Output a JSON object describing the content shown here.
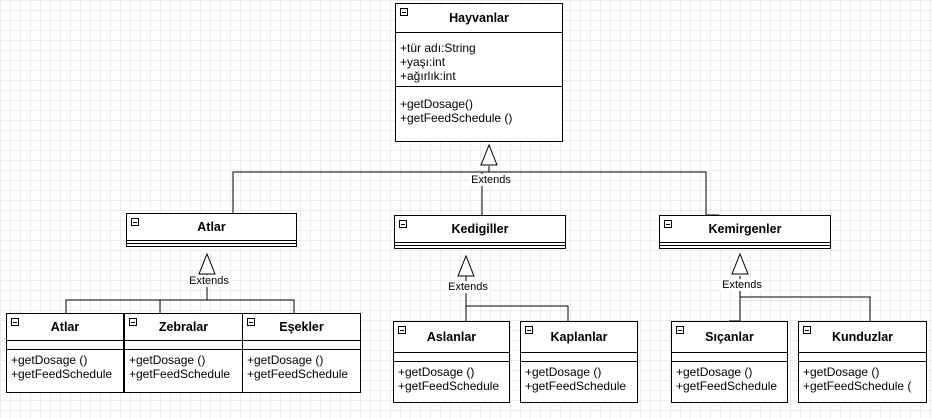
{
  "diagram": {
    "root": {
      "name": "Hayvanlar",
      "attributes": [
        "+tür adı:String",
        "+yaşı:int",
        "+ağırlık:int"
      ],
      "methods": [
        "+getDosage()",
        "+getFeedSchedule ()"
      ]
    },
    "relation_label": "Extends",
    "level1": [
      {
        "name": "Atlar"
      },
      {
        "name": "Kedigiller"
      },
      {
        "name": "Kemirgenler"
      }
    ],
    "level2": [
      {
        "name": "Atlar",
        "methods": [
          "+getDosage ()",
          "+getFeedSchedule"
        ]
      },
      {
        "name": "Zebralar",
        "methods": [
          "+getDosage ()",
          "+getFeedSchedule"
        ]
      },
      {
        "name": "Eşekler",
        "methods": [
          "+getDosage ()",
          "+getFeedSchedule"
        ]
      },
      {
        "name": "Aslanlar",
        "methods": [
          "+getDosage ()",
          "+getFeedSchedule"
        ]
      },
      {
        "name": "Kaplanlar",
        "methods": [
          "+getDosage ()",
          "+getFeedSchedule"
        ]
      },
      {
        "name": "Sıçanlar",
        "methods": [
          "+getDosage ()",
          "+getFeedSchedule"
        ]
      },
      {
        "name": "Kunduzlar",
        "methods": [
          "+getDosage ()",
          "+getFeedSchedule ("
        ]
      }
    ]
  }
}
